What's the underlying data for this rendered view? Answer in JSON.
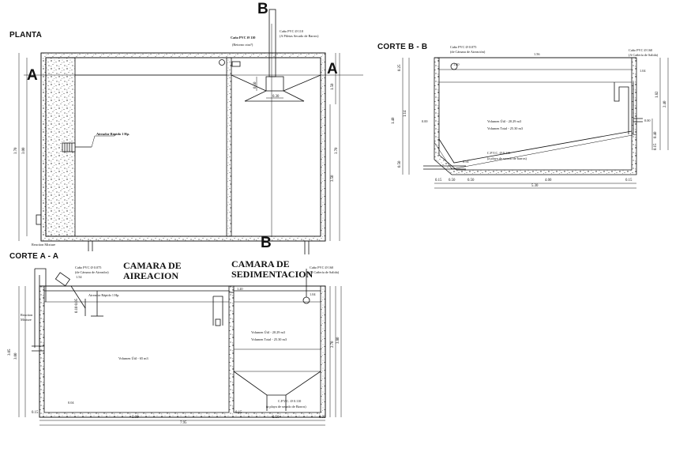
{
  "titles": {
    "planta": "PLANTA",
    "corte_aa": "CORTE A - A",
    "corte_bb": "CORTE B - B",
    "camara_aireacion": [
      "CAMARA DE",
      "AIREACION"
    ],
    "camara_sedimentacion": [
      "CAMARA DE",
      "SEDIMENTACION"
    ]
  },
  "section_marks": {
    "a_left": "A",
    "a_right": "A",
    "b_top": "B",
    "b_bottom": "B"
  },
  "planta": {
    "pipe_top": [
      "Caño PVC Ø 110",
      "(A Piletas Secado de Barros)"
    ],
    "pipe_mid": [
      "Caño PVC Ø 110",
      "(Retorno otra?)"
    ],
    "aireador": "Aireador Rápido 1 Hp.",
    "reaction": "Reaction Mixture",
    "dims": {
      "d030": "0.30",
      "d050": "0.50",
      "d150": "1.50",
      "d370": "3.70",
      "d300": "3.00",
      "d350": "3.50"
    }
  },
  "corte_aa": {
    "pipe_left": [
      "Caño PVC Ø 0.075",
      "(de Cámara de Aireador)"
    ],
    "pipe_right": [
      "Caño PVC Ø 160",
      "(A Cañería de Salida)"
    ],
    "aireador": "Aireador Rápido 1 Hp.",
    "reaction": [
      "Reaction",
      "Mixture"
    ],
    "vol_util_aer": "Volumen Útil - 65 m3",
    "vol_util_sed": "Volumen Útil - 20.29 m3",
    "vol_total_sed": "Volumen Total - 25.30 m3",
    "cpvc": [
      "C.P.V.C. Ø 0.110",
      "(a playa de secado de Barros)"
    ],
    "levels": {
      "l154": "1.54",
      "l120": "1.20",
      "l104": "1.04",
      "l040": "0.04"
    },
    "dims": {
      "d500": "5.00",
      "d250": "2.50",
      "d795": "7.95",
      "d015": "0.15",
      "d035": "0.35",
      "d305": "3.05",
      "d300": "3.00",
      "d380": "3.80",
      "d270": "2.70",
      "d015v": "0.15",
      "d110": "0.10 0.05"
    }
  },
  "corte_bb": {
    "pipe_left": [
      "Caño PVC Ø 0.075",
      "(de Cámara de Aireación)"
    ],
    "pipe_right": [
      "Caño PVC Ø 160",
      "(A Cañería de Salida)"
    ],
    "vol_util": "Volumen Útil - 20.29 m3",
    "vol_total": "Volumen Total - 25.30 m3",
    "cpvc": [
      "C.P.V.C. Ø 0.110",
      "(a playa de secado de barros)"
    ],
    "levels": {
      "l156": "1.56",
      "l120": "1.20",
      "l104": "1.04",
      "l000": "0.00",
      "l054": "0.54",
      "l005": "0.00"
    },
    "dims": {
      "d015a": "0.15",
      "d050": "0.50",
      "d050b": "0.50",
      "d400": "4.00",
      "d015b": "0.15",
      "d530": "5.30",
      "d025": "0.25",
      "d114": "1.14",
      "d140": "1.40",
      "d050v": "0.50",
      "d182": "1.82",
      "d240": "2.40",
      "d040": "0.40",
      "d015c": "0.15"
    }
  }
}
